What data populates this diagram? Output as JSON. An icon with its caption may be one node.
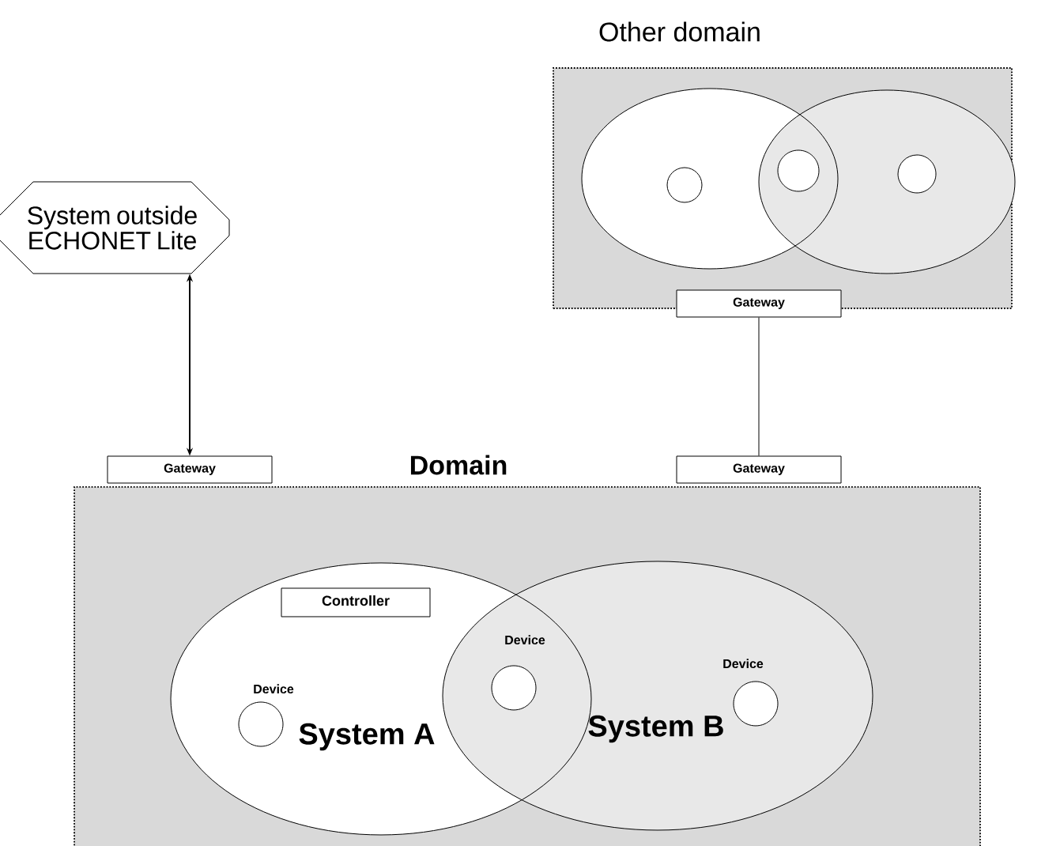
{
  "diagram": {
    "nodes": [
      {
        "text": [
          "Other domain"
        ]
      },
      {
        "text": [],
        "shape": "ellipse",
        "in": 0
      },
      {
        "text": [],
        "shape": "ellipse",
        "in": 0
      },
      {
        "text": [],
        "shape": "circle",
        "in": 1
      },
      {
        "text": [],
        "shape": "circle"
      },
      {
        "text": [],
        "shape": "circle",
        "in": 2
      },
      {
        "text": [
          "Gateway"
        ]
      },
      {
        "text": [
          "System outside ECHONET Lite"
        ]
      },
      {
        "text": [
          "Gateway"
        ]
      },
      {
        "text": [
          "Domain"
        ]
      },
      {
        "text": [
          "Gateway"
        ]
      },
      {
        "text": [
          "System A"
        ],
        "in": 9
      },
      {
        "text": [
          "System B"
        ],
        "in": 9
      },
      {
        "text": [
          "Controller"
        ],
        "in": 11
      },
      {
        "text": [],
        "shape": "circle",
        "beside": [
          "Device"
        ],
        "in": 11
      },
      {
        "text": [],
        "shape": "circle",
        "beside": [
          "Device"
        ]
      },
      {
        "text": [],
        "shape": "circle",
        "beside": [
          "Device"
        ],
        "in": 12
      }
    ],
    "edges": [
      {
        "from": 7,
        "to": 8,
        "arrow": "both"
      },
      {
        "from": 6,
        "to": 10,
        "arrow": "none"
      }
    ]
  }
}
